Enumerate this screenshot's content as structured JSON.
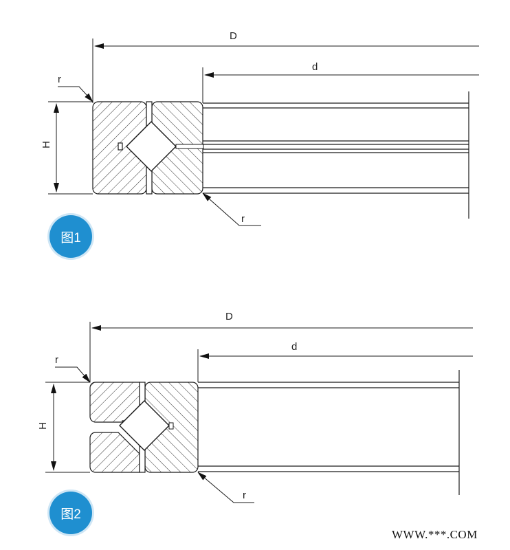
{
  "figure1": {
    "label_D": "D",
    "label_d": "d",
    "label_H": "H",
    "label_r_top": "r",
    "label_r_bottom": "r",
    "badge": "图1"
  },
  "figure2": {
    "label_D": "D",
    "label_d": "d",
    "label_H": "H",
    "label_r_top": "r",
    "label_r_bottom": "r",
    "badge": "图2"
  },
  "watermark": "WWW.***.COM",
  "colors": {
    "badge": "#1f8fd0",
    "line": "#1a1a1a"
  }
}
